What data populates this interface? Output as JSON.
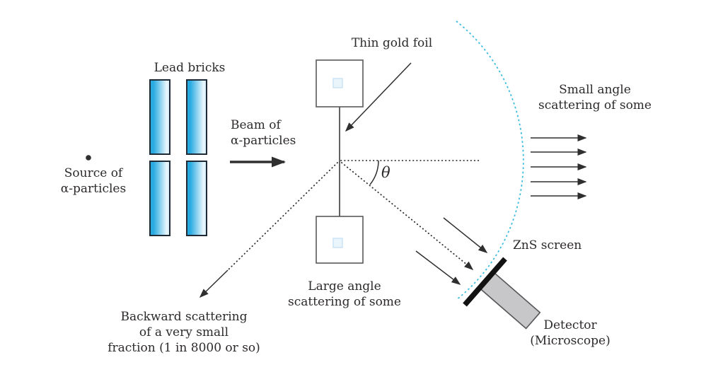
{
  "figure": {
    "subject": "Rutherford alpha-particle scattering experiment diagram"
  },
  "labels": {
    "lead_bricks": "Lead bricks",
    "source": "Source of\nα-particles",
    "beam": "Beam of\nα-particles",
    "thin_gold_foil": "Thin gold foil",
    "theta": "θ",
    "small_angle": "Small angle\nscattering of some",
    "zns_screen": "ZnS screen",
    "detector": "Detector\n(Microscope)",
    "large_angle": "Large angle\nscattering of some",
    "backward": "Backward scattering\nof a very small\nfraction (1 in 8000 or so)"
  },
  "colors": {
    "arc": "#3bbcdf",
    "brick_start": "#29abe2",
    "brick_end": "#eaf7fd",
    "ink": "#2d2a2b",
    "line": "#2f2f2f",
    "screen": "#121212",
    "detector_fill": "#c7c7c9"
  }
}
